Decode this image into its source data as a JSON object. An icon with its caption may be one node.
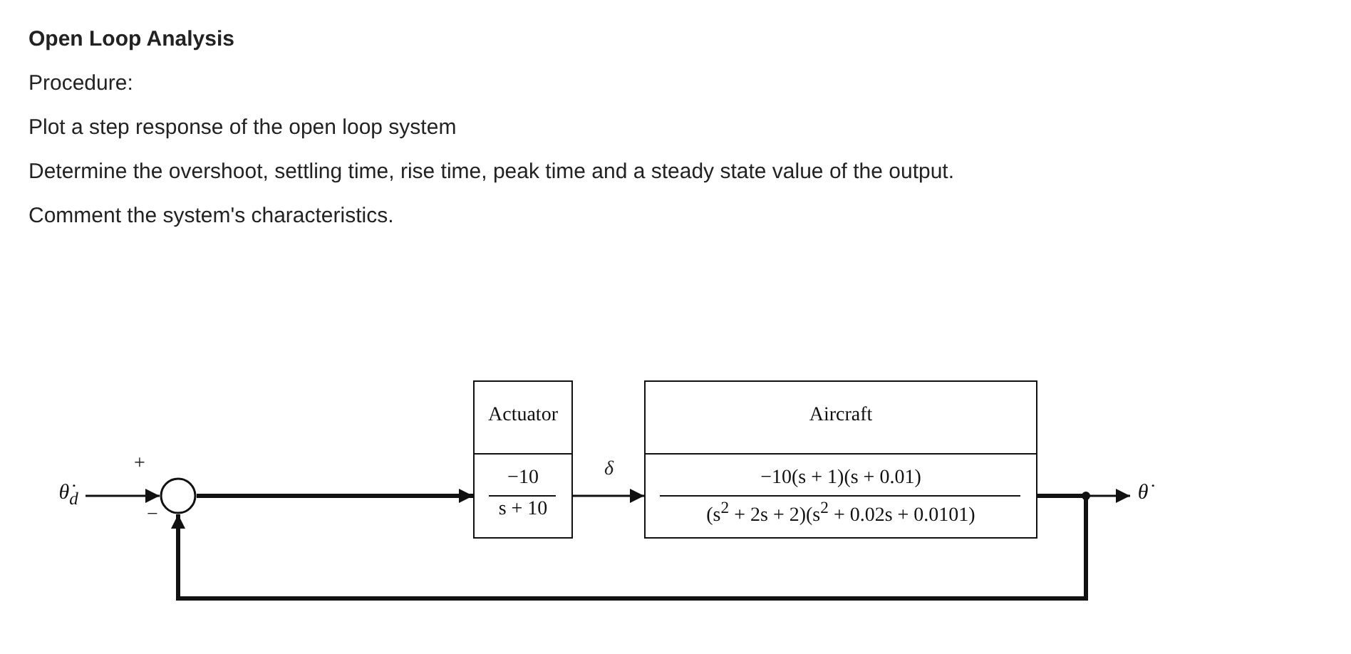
{
  "diagram": {
    "title": "Open Loop Analysis",
    "nodes": [
      {
        "text": [
          "θ̇$_{d}$"
        ]
      },
      {
        "text": [],
        "shape": "circle",
        "beside": [
          "+",
          "−"
        ]
      },
      {
        "text": [
          "Actuator",
          "−10",
          "s + 10"
        ]
      },
      {
        "text": [
          "Aircraft",
          "−10(s + 1)(s + 0.01)",
          "(s$^{2}$ + 2s + 2)(s$^{2}$ + 0.02s + 0.0101)"
        ]
      },
      {
        "text": [
          "θ̇"
        ]
      }
    ],
    "edges": [
      {
        "from": 0,
        "to": 1,
        "arrow": "to"
      },
      {
        "from": 1,
        "to": 2,
        "arrow": "to",
        "style": "thick"
      },
      {
        "from": 2,
        "to": 3,
        "arrow": "to",
        "label": "δ"
      },
      {
        "from": 3,
        "to": 4,
        "arrow": "to"
      },
      {
        "from": 3,
        "to": 1,
        "arrow": "to",
        "style": "thick"
      }
    ],
    "labels": [
      "Procedure:",
      "Plot a step response of the open loop system",
      "Determine the overshoot, settling time, rise time, peak time and a steady state value of the output.",
      "Comment the system's characteristics."
    ]
  }
}
